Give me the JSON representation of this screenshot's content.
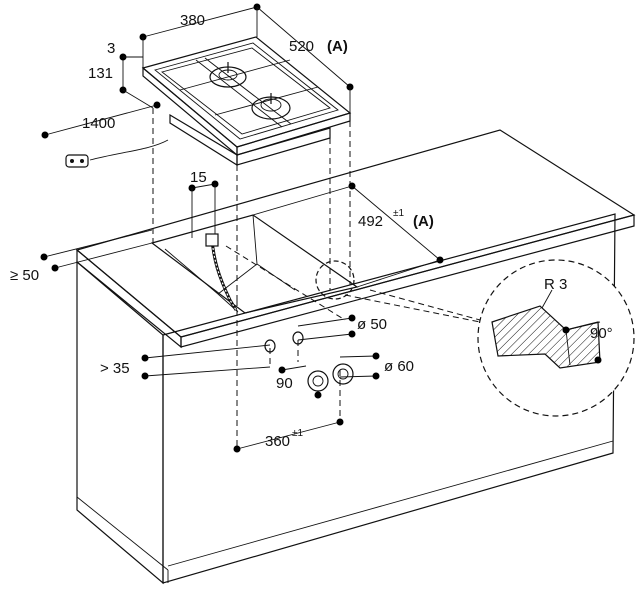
{
  "dimensions": {
    "width_380": "380",
    "depth_520": "520",
    "ref_a": "(A)",
    "gap_3": "3",
    "height_131": "131",
    "cable_1400": "1400",
    "offset_15": "15",
    "cutout_492": "492",
    "tol_492": "±1",
    "min_50": "≥ 50",
    "min_35": "> 35",
    "dia_50": "ø 50",
    "dia_60": "ø 60",
    "dist_90": "90",
    "span_360": "360",
    "tol_360": "±1",
    "radius_r3": "R 3",
    "angle_90": "90°"
  }
}
